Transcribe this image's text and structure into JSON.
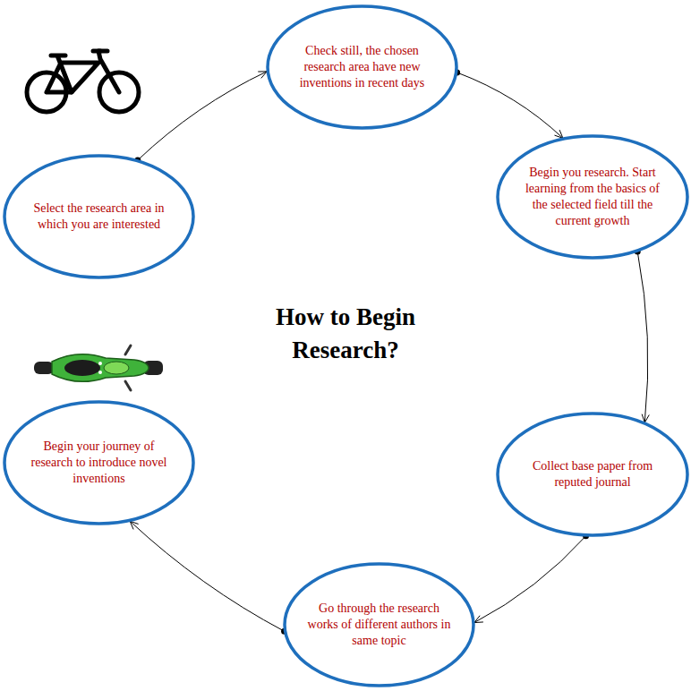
{
  "diagram": {
    "title": "How to Begin Research?",
    "nodes": [
      {
        "text": [
          "Select the research area in which you are interested"
        ]
      },
      {
        "text": [
          "Check still, the chosen research area have new inventions in recent days"
        ]
      },
      {
        "text": [
          "Begin you research. Start learning from the basics of the selected field till the current growth"
        ]
      },
      {
        "text": [
          "Collect base paper from reputed journal"
        ]
      },
      {
        "text": [
          "Go through the research works of different authors in same topic"
        ]
      },
      {
        "text": [
          "Begin your journey of research to introduce novel inventions"
        ]
      }
    ],
    "edges": [
      {
        "from": 0,
        "to": 1,
        "arrow": "to"
      },
      {
        "from": 1,
        "to": 2,
        "arrow": "to"
      },
      {
        "from": 2,
        "to": 3,
        "arrow": "to"
      },
      {
        "from": 3,
        "to": 4,
        "arrow": "to"
      },
      {
        "from": 4,
        "to": 5,
        "arrow": "to"
      }
    ]
  }
}
